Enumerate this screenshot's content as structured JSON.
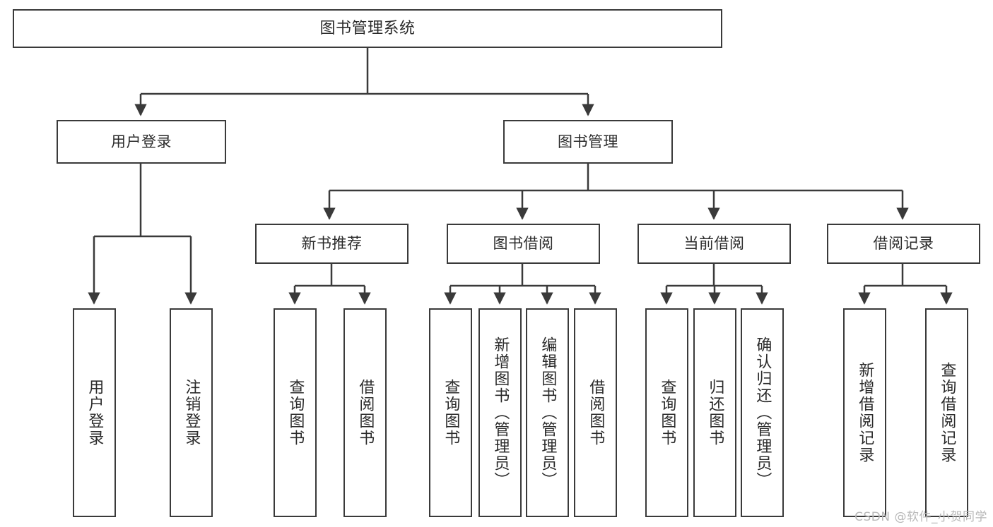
{
  "diagram": {
    "title_text": "图书管理系统",
    "watermark": "CSDN @软件_小贺同学",
    "line_color": "#3a3a3a",
    "box_fill": "#ffffff",
    "text_color": "#2b2b2b",
    "level1": {
      "label": "图书管理系统"
    },
    "level2": [
      {
        "label": "用户登录"
      },
      {
        "label": "图书管理"
      }
    ],
    "level3": [
      {
        "label": "新书推荐"
      },
      {
        "label": "图书借阅"
      },
      {
        "label": "当前借阅"
      },
      {
        "label": "借阅记录"
      }
    ],
    "leaves": {
      "user_login": [
        {
          "label": "用户登录"
        },
        {
          "label": "注销登录"
        }
      ],
      "new_book_recommend": [
        {
          "label": "查询图书"
        },
        {
          "label": "借阅图书"
        }
      ],
      "book_borrow": [
        {
          "label": "查询图书"
        },
        {
          "label": "新增图书（管理员）"
        },
        {
          "label": "编辑图书（管理员）"
        },
        {
          "label": "借阅图书"
        }
      ],
      "current_borrow": [
        {
          "label": "查询图书"
        },
        {
          "label": "归还图书"
        },
        {
          "label": "确认归还（管理员）"
        }
      ],
      "borrow_records": [
        {
          "label": "新增借阅记录"
        },
        {
          "label": "查询借阅记录"
        }
      ]
    }
  }
}
